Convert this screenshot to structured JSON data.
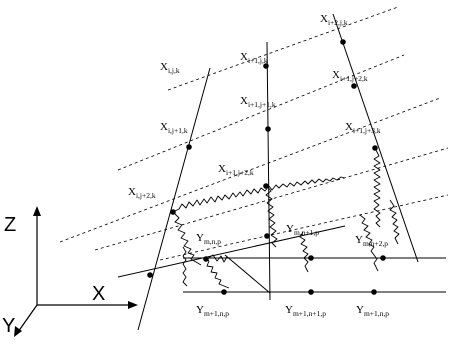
{
  "axes": {
    "z_label": "Z",
    "x_label": "X",
    "y_label": "Y"
  },
  "grid_labels": [
    {
      "name": "label-x-i-j-k",
      "main": "X",
      "sub": "i,j,k"
    },
    {
      "name": "label-x-i1-j-k",
      "main": "X",
      "sub": "i+1,j,k"
    },
    {
      "name": "label-x-i2-j-k",
      "main": "X",
      "sub": "i+2,j,k"
    },
    {
      "name": "label-x-i-j1-k",
      "main": "X",
      "sub": "i,j+1,k"
    },
    {
      "name": "label-x-i1-j1-k",
      "main": "X",
      "sub": "i+1,j+1,k"
    },
    {
      "name": "label-x-i1-j2-k",
      "main": "X",
      "sub": "i+1,j+2,k"
    },
    {
      "name": "label-x-i1-j3-k",
      "main": "X",
      "sub": "i+1,j+3,k"
    },
    {
      "name": "label-x-i1-j2-k-lower",
      "main": "X",
      "sub": "i+1,j+2,k"
    },
    {
      "name": "label-x-i-j2-k",
      "main": "X",
      "sub": "i,j+2,k"
    },
    {
      "name": "label-y-m-n-p",
      "main": "Y",
      "sub": "m,n,p"
    },
    {
      "name": "label-y-m-n1-p",
      "main": "Y",
      "sub": "m,n+1,p"
    },
    {
      "name": "label-y-m-n2-p",
      "main": "Y",
      "sub": "m,n+2,p"
    },
    {
      "name": "label-y-m1-n-p",
      "main": "Y",
      "sub": "m+1,n,p"
    },
    {
      "name": "label-y-m1-n1-p",
      "main": "Y",
      "sub": "m+1,n+1,p"
    },
    {
      "name": "label-y-m1-n-p-right",
      "main": "Y",
      "sub": "m+1,n,p"
    }
  ]
}
